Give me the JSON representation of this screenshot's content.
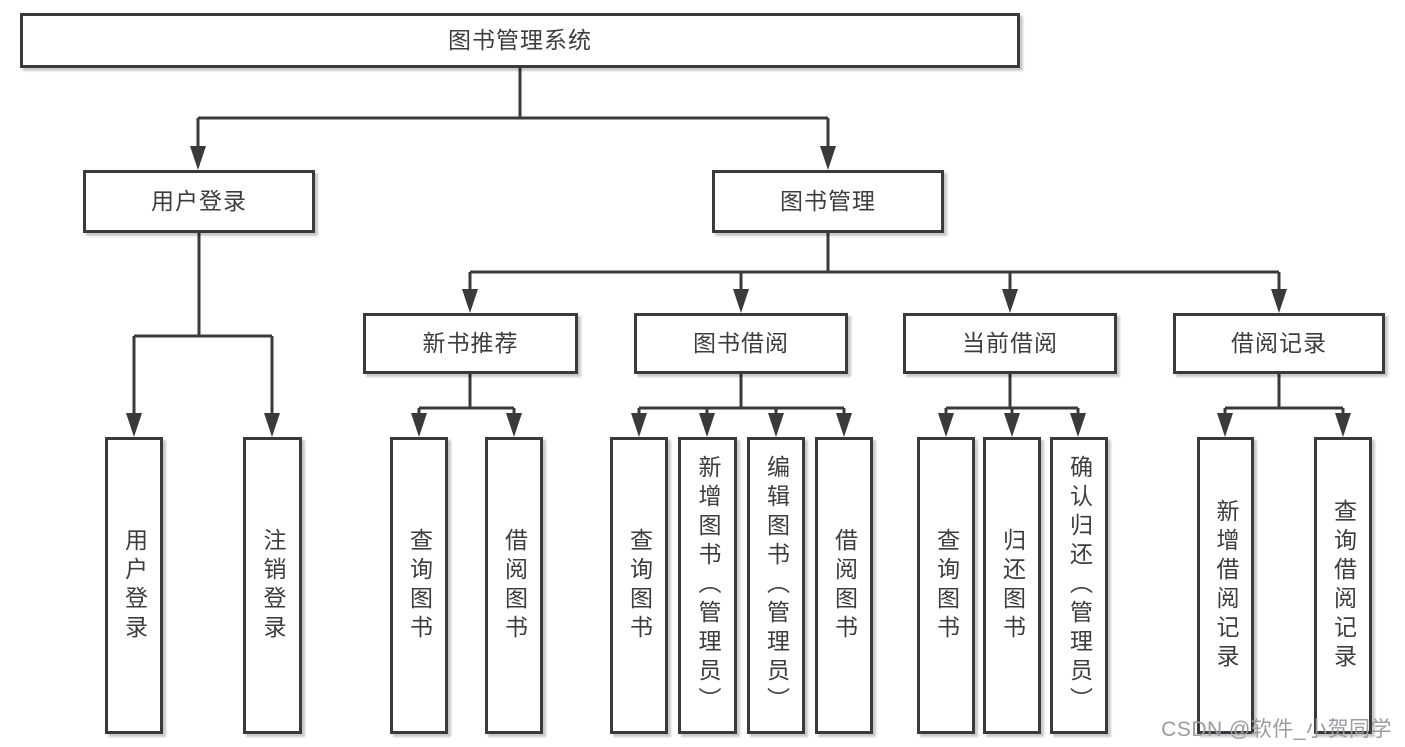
{
  "nodes": {
    "root": {
      "label": "图书管理系统"
    },
    "user_login": {
      "label": "用户登录"
    },
    "book_management": {
      "label": "图书管理"
    },
    "new_book_recommend": {
      "label": "新书推荐"
    },
    "book_borrowing": {
      "label": "图书借阅"
    },
    "current_borrowing": {
      "label": "当前借阅"
    },
    "borrowing_records": {
      "label": "借阅记录"
    },
    "leaf_user_login": {
      "label": "用户登录"
    },
    "leaf_logout": {
      "label": "注销登录"
    },
    "leaf_query_books_recommend": {
      "label": "查询图书"
    },
    "leaf_borrow_books_recommend": {
      "label": "借阅图书"
    },
    "leaf_query_books_borrowing": {
      "label": "查询图书"
    },
    "leaf_add_books_admin": {
      "label": "新增图书（管理员）"
    },
    "leaf_edit_books_admin": {
      "label": "编辑图书（管理员）"
    },
    "leaf_borrow_books_borrowing": {
      "label": "借阅图书"
    },
    "leaf_query_books_current": {
      "label": "查询图书"
    },
    "leaf_return_books": {
      "label": "归还图书"
    },
    "leaf_confirm_return_admin": {
      "label": "确认归还（管理员）"
    },
    "leaf_add_borrow_record": {
      "label": "新增借阅记录"
    },
    "leaf_query_borrow_record": {
      "label": "查询借阅记录"
    }
  },
  "watermark": {
    "text": "CSDN @软件_小贺同学"
  },
  "colors": {
    "line": "#3a3a3a",
    "text": "#3d3d3d",
    "background": "#ffffff",
    "watermark": "#9b9ba1"
  }
}
